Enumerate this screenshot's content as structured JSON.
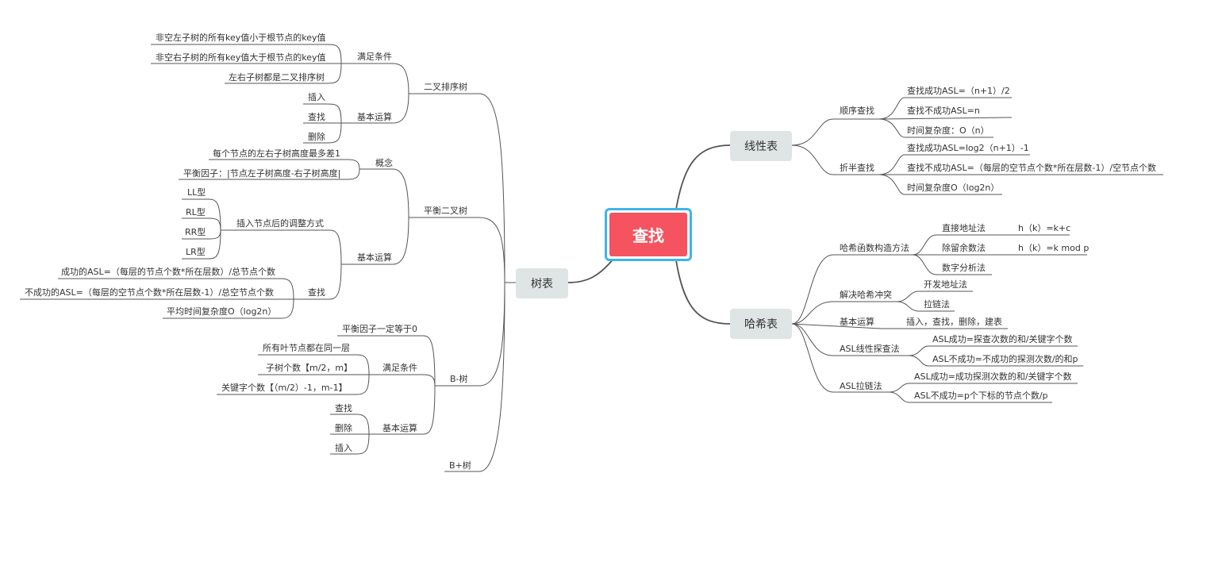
{
  "root": "查找",
  "colors": {
    "root_fill": "#f5535f",
    "root_border": "#3fb5ea",
    "main_node_fill": "#dfe4e5",
    "line": "#555555",
    "text": "#333333"
  },
  "linear": {
    "label": "线性表",
    "sequential": {
      "label": "顺序查找",
      "items": [
        "查找成功ASL=（n+1）/2",
        "查找不成功ASL=n",
        "时间复杂度：O（n）"
      ]
    },
    "binary": {
      "label": "折半查找",
      "items": [
        "查找成功ASL=log2（n+1）-1",
        "查找不成功ASL=（每层的空节点个数*所在层数-1）/空节点个数",
        "时间复杂度O（log2n）"
      ]
    }
  },
  "hash": {
    "label": "哈希表",
    "construct": {
      "label": "哈希函数构造方法",
      "items": [
        {
          "name": "直接地址法",
          "formula": "h（k）=k+c"
        },
        {
          "name": "除留余数法",
          "formula": "h（k）=k mod p"
        },
        {
          "name": "数字分析法",
          "formula": ""
        }
      ]
    },
    "conflict": {
      "label": "解决哈希冲突",
      "items": [
        "开发地址法",
        "拉链法"
      ]
    },
    "ops": {
      "label": "基本运算",
      "value": "插入，查找，删除，建表"
    },
    "linear_probe": {
      "label": "ASL线性探查法",
      "items": [
        "ASL成功=探查次数的和/关键字个数",
        "ASL不成功=不成功的探测次数/的和p"
      ]
    },
    "chain": {
      "label": "ASL拉链法",
      "items": [
        "ASL成功=成功探测次数的和/关键字个数",
        "ASL不成功=p个下标的节点个数/p"
      ]
    }
  },
  "tree": {
    "label": "树表",
    "bst": {
      "label": "二叉排序树",
      "cond": {
        "label": "满足条件",
        "items": [
          "非空左子树的所有key值小于根节点的key值",
          "非空右子树的所有key值大于根节点的key值",
          "左右子树都是二叉排序树"
        ]
      },
      "ops": {
        "label": "基本运算",
        "items": [
          "插入",
          "查找",
          "删除"
        ]
      }
    },
    "avl": {
      "label": "平衡二叉树",
      "concept": {
        "label": "概念",
        "items": [
          "每个节点的左右子树高度最多差1",
          "平衡因子：|节点左子树高度-右子树高度|"
        ]
      },
      "ops": {
        "label": "基本运算",
        "adjust": {
          "label": "插入节点后的调整方式",
          "items": [
            "LL型",
            "RL型",
            "RR型",
            "LR型"
          ]
        },
        "search": {
          "label": "查找",
          "items": [
            "成功的ASL=（每层的节点个数*所在层数）/总节点个数",
            "不成功的ASL=（每层的空节点个数*所在层数-1）/总空节点个数",
            "平均时间复杂度O（log2n）"
          ]
        }
      }
    },
    "btree": {
      "label": "B-树",
      "balance": "平衡因子一定等于0",
      "cond": {
        "label": "满足条件",
        "items": [
          "所有叶节点都在同一层",
          "子树个数【m/2，m】",
          "关键字个数【（m/2）-1，m-1】"
        ]
      },
      "ops": {
        "label": "基本运算",
        "items": [
          "查找",
          "删除",
          "插入"
        ]
      }
    },
    "bplus": {
      "label": "B+树"
    }
  }
}
